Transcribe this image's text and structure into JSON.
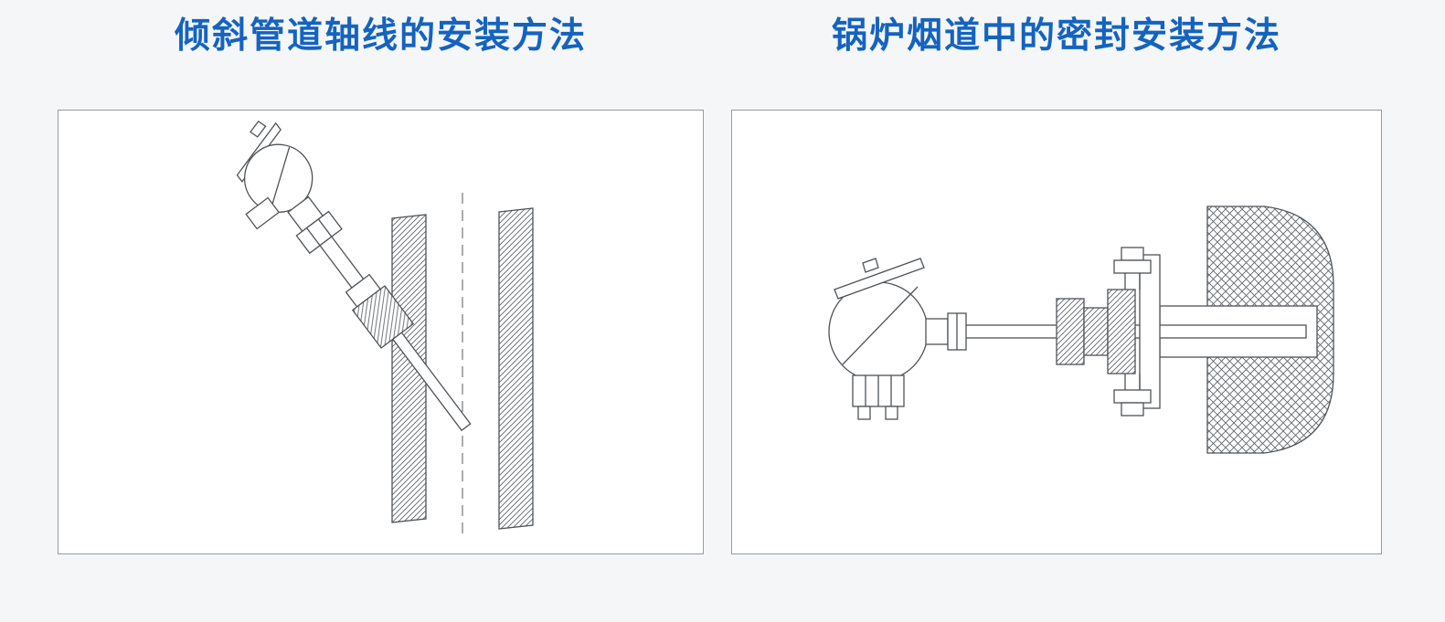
{
  "page": {
    "background_color": "#f5f6f7"
  },
  "panels": [
    {
      "title": "倾斜管道轴线的安装方法",
      "diagram_name": "inclined-pipe-axis-installation"
    },
    {
      "title": "锅炉烟道中的密封安装方法",
      "diagram_name": "boiler-flue-sealed-installation"
    }
  ],
  "colors": {
    "title_text": "#1463c0",
    "line_work": "#4e5358",
    "box_border": "#979ca1",
    "background": "#f5f6f7"
  }
}
